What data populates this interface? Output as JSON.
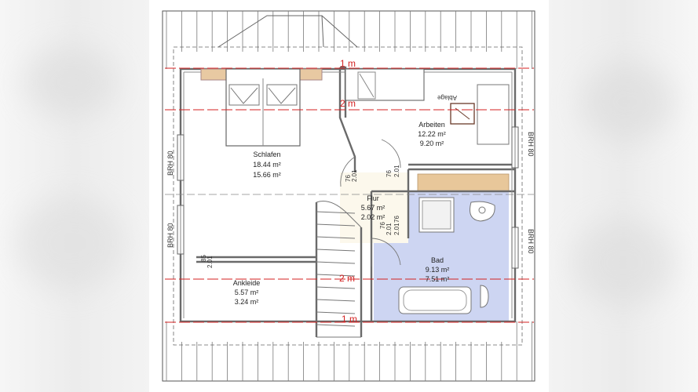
{
  "rooms": {
    "schlafen": {
      "name": "Schlafen",
      "area1": "18.44 m²",
      "area2": "15.66 m²"
    },
    "arbeiten": {
      "name": "Arbeiten",
      "area1": "12.22 m²",
      "area2": "9.20 m²"
    },
    "flur": {
      "name": "Flur",
      "area1": "5.67 m²",
      "area2": "2.02 m²"
    },
    "bad": {
      "name": "Bad",
      "area1": "9.13 m²",
      "area2": "7.51 m²"
    },
    "ankleide": {
      "name": "Ankleide",
      "area1": "5.57 m²",
      "area2": "3.24 m²"
    }
  },
  "height_lines": {
    "top": "1 m",
    "upper": "2 m",
    "lower": "2 m",
    "bottom": "1 m"
  },
  "windows": {
    "left_upper": "BRH 80",
    "left_lower": "BRH 80",
    "right_upper": "BRH 80",
    "right_lower": "BRH 80"
  },
  "fixtures": {
    "desk_label": "Ablage"
  },
  "door_dims": {
    "d1": "76",
    "d2": "2.01",
    "d3": "76",
    "d4": "2.01",
    "d5": "76",
    "d6": "2.01",
    "d7": "76",
    "d8": "2.01",
    "d9": "85",
    "d10": "2.01"
  },
  "colors": {
    "height_line": "#d42222",
    "bath_floor": "#cdd5f2",
    "shelf": "#e8c79a",
    "wall": "#6a6a6a"
  }
}
